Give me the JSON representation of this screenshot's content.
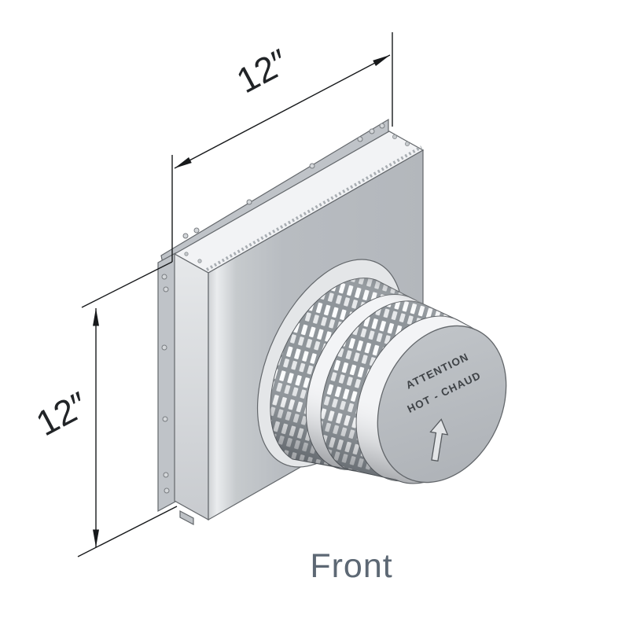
{
  "diagram": {
    "view_label": "Front",
    "dimension_width": "12″",
    "dimension_height": "12″",
    "cap_warning_line1": "ATTENTION",
    "cap_warning_line2": "HOT - CHAUD",
    "cap_arrow_icon": "up-arrow",
    "colors": {
      "body_gray": "#b6bac0",
      "flange_gray": "#bfc3c8",
      "top_face": "#f2f3f5",
      "cap_face": "#b7bbc0",
      "outline": "#63676b",
      "dimension_line": "#17191b",
      "front_label": "#5d6874"
    }
  }
}
